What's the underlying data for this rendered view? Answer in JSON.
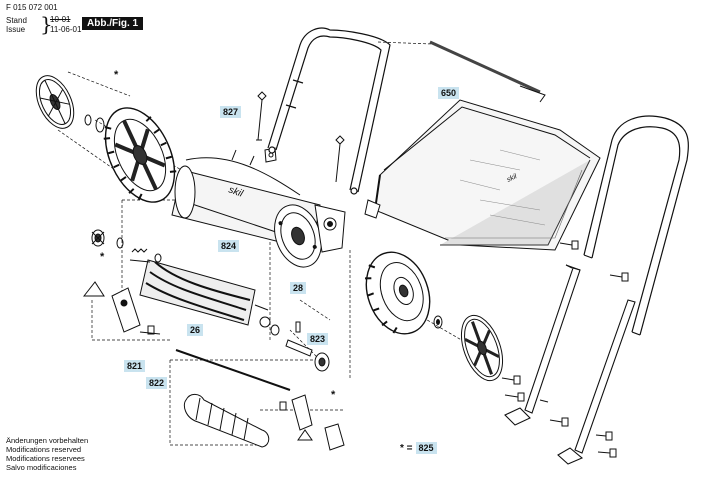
{
  "header": {
    "doc_number": "F 015 072 001",
    "stand_label": "Stand",
    "issue_label": "Issue",
    "date_old": "10-01",
    "date_new": "11-06-01",
    "figure_tag": "Abb./Fig. 1"
  },
  "labels": {
    "p650": "650",
    "p827": "827",
    "p824": "824",
    "p28": "28",
    "p26": "26",
    "p823": "823",
    "p821": "821",
    "p822": "822",
    "p825": "825"
  },
  "star_symbol": "*",
  "legend": {
    "star_key_symbol": "* =",
    "star_key_part": "825"
  },
  "footer": [
    "Änderungen vorbehalten",
    "Modifications reserved",
    "Modifications reservees",
    "Salvo modificaciones"
  ],
  "colors": {
    "label_bg": "#c9e3ef",
    "ink": "#111111",
    "figure_tag_bg": "#111111"
  }
}
